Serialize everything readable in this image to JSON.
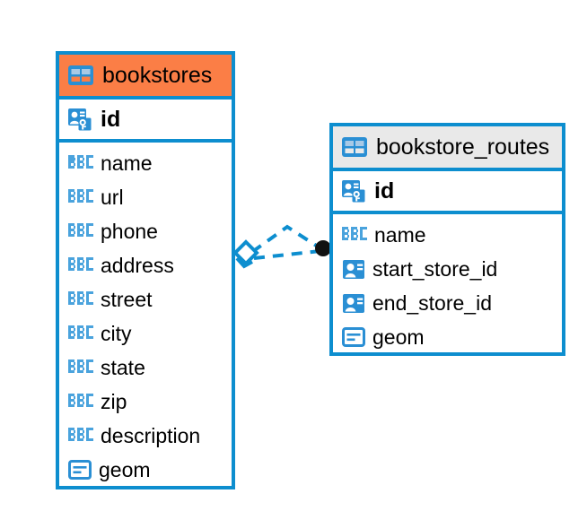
{
  "diagram": {
    "type": "er-diagram",
    "background_color": "#ffffff",
    "accent_color": "#0d8ecf",
    "highlight_color": "#fb7e46",
    "header_neutral_color": "#e9e9e9"
  },
  "tables": [
    {
      "name": "bookstores",
      "header_style": "orange",
      "primary_key": {
        "label": "id",
        "icon": "primary-key-icon"
      },
      "fields": [
        {
          "label": "name",
          "icon": "abc-text-icon"
        },
        {
          "label": "url",
          "icon": "abc-text-icon"
        },
        {
          "label": "phone",
          "icon": "abc-text-icon"
        },
        {
          "label": "address",
          "icon": "abc-text-icon"
        },
        {
          "label": "street",
          "icon": "abc-text-icon"
        },
        {
          "label": "city",
          "icon": "abc-text-icon"
        },
        {
          "label": "state",
          "icon": "abc-text-icon"
        },
        {
          "label": "zip",
          "icon": "abc-text-icon"
        },
        {
          "label": "description",
          "icon": "abc-text-icon"
        },
        {
          "label": "geom",
          "icon": "geometry-icon"
        }
      ]
    },
    {
      "name": "bookstore_routes",
      "header_style": "grey",
      "primary_key": {
        "label": "id",
        "icon": "primary-key-icon"
      },
      "fields": [
        {
          "label": "name",
          "icon": "abc-text-icon"
        },
        {
          "label": "start_store_id",
          "icon": "foreign-key-icon"
        },
        {
          "label": "end_store_id",
          "icon": "foreign-key-icon"
        },
        {
          "label": "geom",
          "icon": "geometry-icon"
        }
      ]
    }
  ],
  "relationship": {
    "from_table": "bookstores",
    "to_table": "bookstore_routes",
    "line_style": "dashed",
    "line_color": "#0d8ecf",
    "source_marker": "diamond-marker",
    "target_marker": "filled-circle-marker",
    "target_marker_color": "#111111"
  }
}
